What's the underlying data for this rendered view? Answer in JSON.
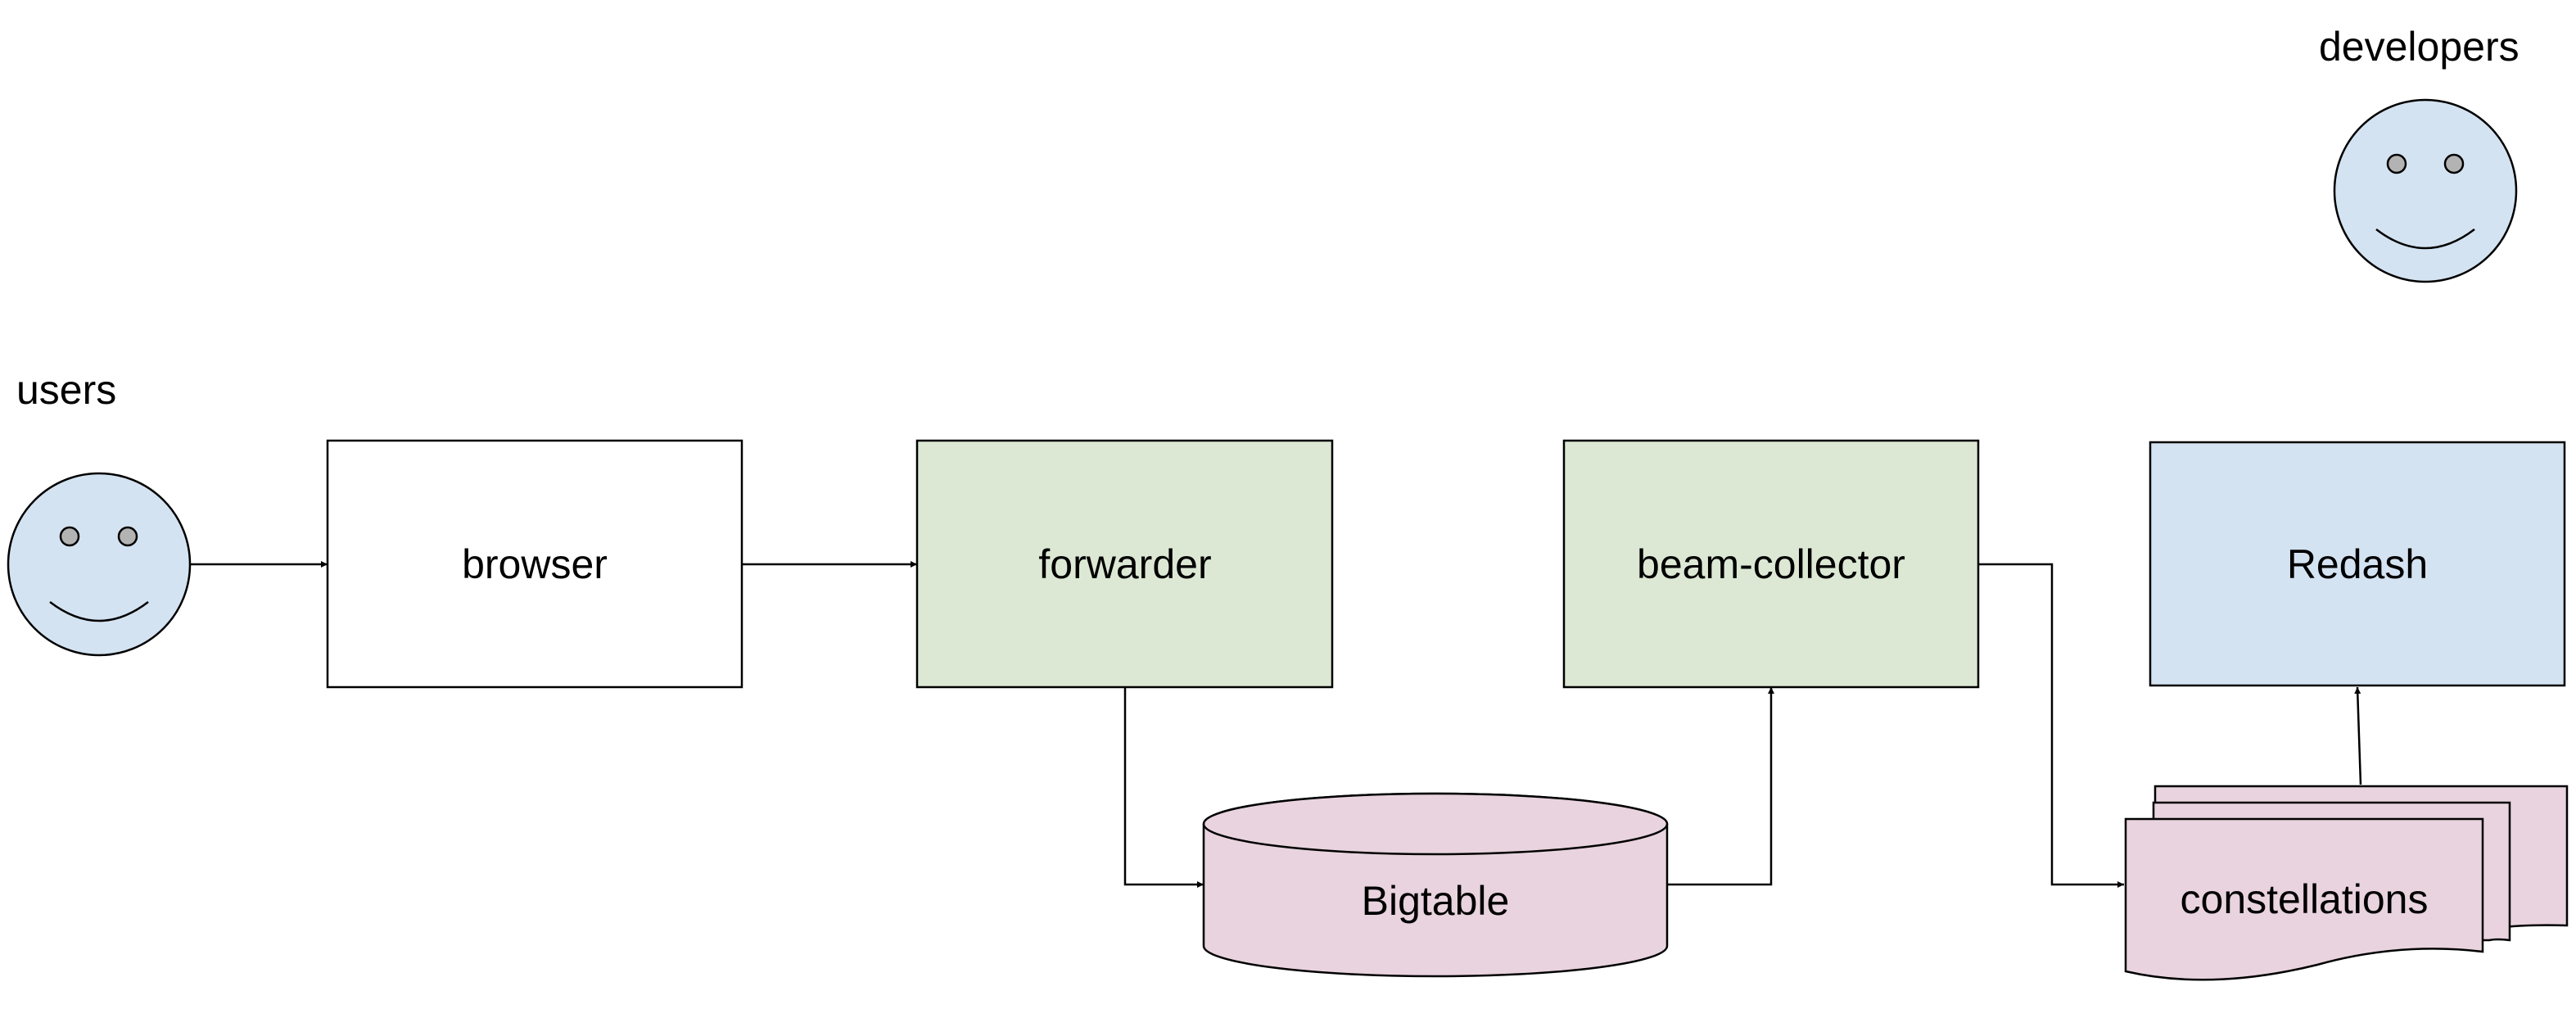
{
  "actors": {
    "users": {
      "label": "users"
    },
    "developers": {
      "label": "developers"
    }
  },
  "nodes": {
    "browser": {
      "label": "browser"
    },
    "forwarder": {
      "label": "forwarder"
    },
    "beam_collector": {
      "label": "beam-collector"
    },
    "redash": {
      "label": "Redash"
    },
    "bigtable": {
      "label": "Bigtable"
    },
    "constellations": {
      "label": "constellations"
    }
  },
  "colors": {
    "actor_fill": "#d4e3f1",
    "eye_fill": "#b3b3b3",
    "plain_fill": "#ffffff",
    "service_fill": "#dce8d4",
    "redash_fill": "#d4e3f1",
    "storage_fill": "#e8d3de",
    "stroke": "#000000"
  },
  "edges": [
    {
      "from": "users",
      "to": "browser"
    },
    {
      "from": "browser",
      "to": "forwarder"
    },
    {
      "from": "forwarder",
      "to": "bigtable"
    },
    {
      "from": "bigtable",
      "to": "beam-collector"
    },
    {
      "from": "beam-collector",
      "to": "constellations"
    },
    {
      "from": "constellations",
      "to": "redash"
    }
  ]
}
